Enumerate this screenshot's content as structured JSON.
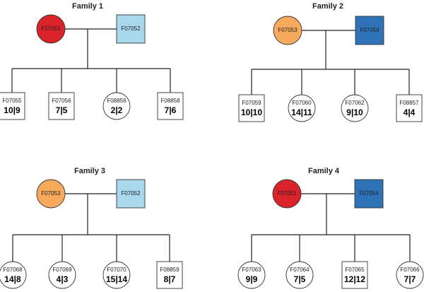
{
  "colors": {
    "dark_red": "#d9222a",
    "orange": "#f7a95c",
    "light_blue": "#a9d7ec",
    "dark_blue": "#2f72b8",
    "white": "#ffffff"
  },
  "families": [
    {
      "title": "Family 1",
      "parents": [
        {
          "id": "F07051",
          "sex": "female",
          "color": "#d9222a"
        },
        {
          "id": "F07052",
          "sex": "male",
          "color": "#a9d7ec"
        }
      ],
      "children": [
        {
          "id": "F07055",
          "sex": "male",
          "score": "10|9"
        },
        {
          "id": "F07056",
          "sex": "male",
          "score": "7|5"
        },
        {
          "id": "F08856",
          "sex": "female",
          "score": "2|2"
        },
        {
          "id": "F08858",
          "sex": "male",
          "score": "7|6"
        }
      ]
    },
    {
      "title": "Family 2",
      "parents": [
        {
          "id": "F07053",
          "sex": "female",
          "color": "#f7a95c"
        },
        {
          "id": "F07054",
          "sex": "male",
          "color": "#2f72b8"
        }
      ],
      "children": [
        {
          "id": "F07059",
          "sex": "male",
          "score": "10|10"
        },
        {
          "id": "F07060",
          "sex": "female",
          "score": "14|11"
        },
        {
          "id": "F07062",
          "sex": "female",
          "score": "9|10"
        },
        {
          "id": "F08857",
          "sex": "male",
          "score": "4|4"
        }
      ]
    },
    {
      "title": "Family 3",
      "parents": [
        {
          "id": "F07053",
          "sex": "female",
          "color": "#f7a95c"
        },
        {
          "id": "F07052",
          "sex": "male",
          "color": "#a9d7ec"
        }
      ],
      "children": [
        {
          "id": "F07068",
          "sex": "female",
          "score": "14|8"
        },
        {
          "id": "F07069",
          "sex": "female",
          "score": "4|3"
        },
        {
          "id": "F07070",
          "sex": "female",
          "score": "15|14"
        },
        {
          "id": "F08859",
          "sex": "male",
          "score": "8|7"
        }
      ]
    },
    {
      "title": "Family 4",
      "parents": [
        {
          "id": "F07051",
          "sex": "female",
          "color": "#d9222a"
        },
        {
          "id": "F07054",
          "sex": "male",
          "color": "#2f72b8"
        }
      ],
      "children": [
        {
          "id": "F07063",
          "sex": "female",
          "score": "9|9"
        },
        {
          "id": "F07064",
          "sex": "female",
          "score": "7|5"
        },
        {
          "id": "F07065",
          "sex": "male",
          "score": "12|12"
        },
        {
          "id": "F07066",
          "sex": "female",
          "score": "7|7"
        }
      ]
    }
  ]
}
